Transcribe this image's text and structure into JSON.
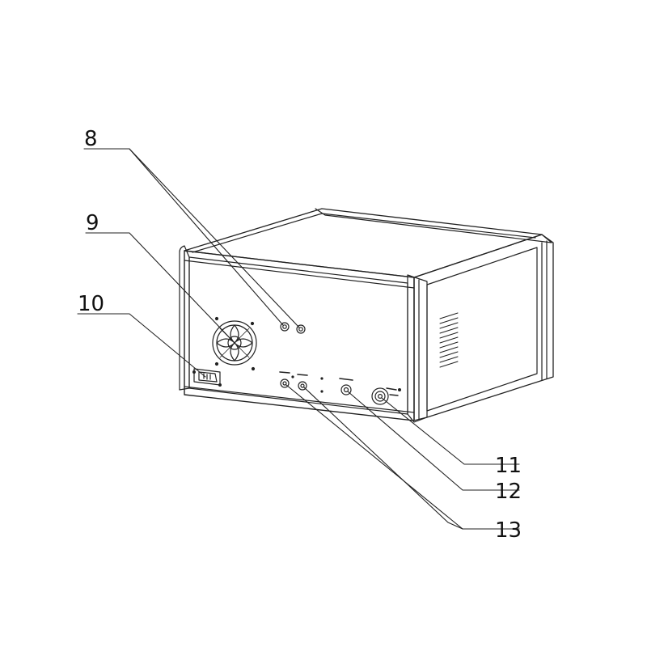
{
  "figure": {
    "callouts": [
      {
        "id": "8",
        "label": "8"
      },
      {
        "id": "9",
        "label": "9"
      },
      {
        "id": "10",
        "label": "10"
      },
      {
        "id": "11",
        "label": "11"
      },
      {
        "id": "12",
        "label": "12"
      },
      {
        "id": "13",
        "label": "13"
      }
    ],
    "colors": {
      "line": "#222222",
      "background": "#ffffff"
    }
  }
}
